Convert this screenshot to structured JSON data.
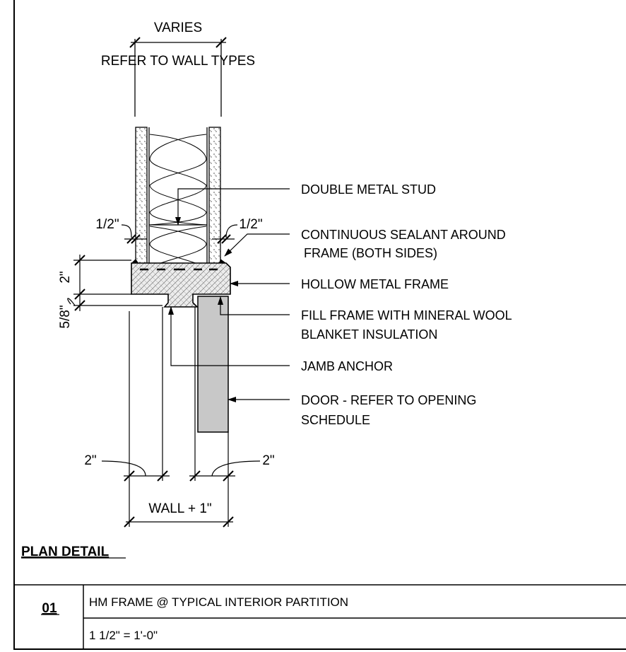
{
  "dimensions": {
    "top_width": "VARIES",
    "top_note": "REFER TO WALL TYPES",
    "sealant_gap_left": "1/2\"",
    "sealant_gap_right": "1/2\"",
    "frame_depth": "2\"",
    "frame_offset": "5/8\"",
    "face_left": "2\"",
    "face_right": "2\"",
    "overall": "WALL + 1\""
  },
  "callouts": [
    {
      "line1": "DOUBLE METAL STUD",
      "line2": ""
    },
    {
      "line1": "CONTINUOUS SEALANT AROUND",
      "line2": "FRAME (BOTH SIDES)"
    },
    {
      "line1": "HOLLOW METAL FRAME",
      "line2": ""
    },
    {
      "line1": "FILL FRAME WITH MINERAL WOOL",
      "line2": "BLANKET INSULATION"
    },
    {
      "line1": "JAMB ANCHOR",
      "line2": ""
    },
    {
      "line1": "DOOR - REFER TO OPENING",
      "line2": "SCHEDULE"
    }
  ],
  "view_label": "PLAN DETAIL",
  "title_block": {
    "number": "01",
    "title": "HM FRAME @ TYPICAL INTERIOR PARTITION",
    "scale": "1 1/2\" = 1'-0\""
  },
  "colors": {
    "line": "#000000",
    "door_fill": "#c8c8c8",
    "frame_fill": "#dcdcdc"
  }
}
